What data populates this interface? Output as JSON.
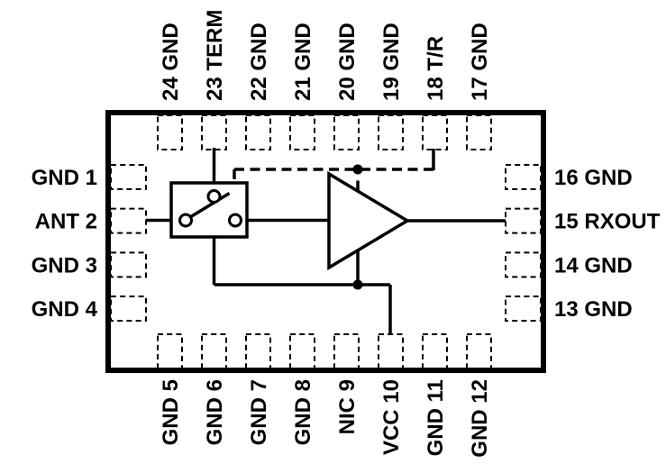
{
  "diagram": {
    "kind": "ic-pinout-functional-block-diagram",
    "colors": {
      "line": "#000000",
      "background": "#ffffff"
    },
    "pins": {
      "top": [
        "24 GND",
        "23 TERM",
        "22 GND",
        "21 GND",
        "20 GND",
        "19 GND",
        "18 T/R",
        "17 GND"
      ],
      "bottom": [
        "GND 5",
        "GND 6",
        "GND 7",
        "GND 8",
        "NIC 9",
        "VCC 10",
        "GND 11",
        "GND 12"
      ],
      "left": [
        "GND 1",
        "ANT 2",
        "GND 3",
        "GND 4"
      ],
      "right": [
        "16 GND",
        "15 RXOUT",
        "14 GND",
        "13 GND"
      ]
    },
    "symbols": {
      "switch": "spdt-rf-switch",
      "amplifier": "amplifier-triangle",
      "junctions": [
        "control-line-junction-dot",
        "bias-line-junction-dot"
      ],
      "control_line_style": "dashed"
    }
  }
}
